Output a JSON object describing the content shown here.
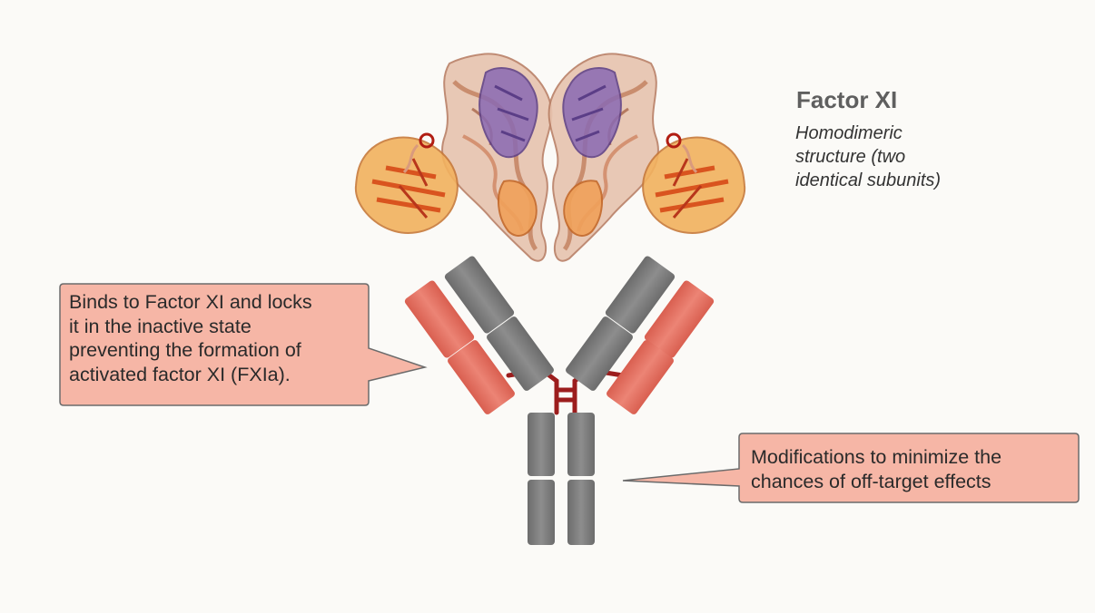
{
  "protein": {
    "title": "Factor XI",
    "subtitle_lines": [
      "Homodimeric",
      "structure (two",
      "identical subunits)"
    ]
  },
  "callouts": {
    "left_lines": [
      "Binds to Factor XI and locks",
      "it in the inactive state",
      "preventing the formation of",
      "activated factor XI (FXIa)."
    ],
    "right_lines": [
      "Modifications to minimize the",
      "chances of off-target effects"
    ]
  },
  "colors": {
    "callout_fill": "#f6b6a6",
    "callout_border": "#6b6b6b",
    "gray_domain": "#7b7b7b",
    "red_domain": "#e27465",
    "hinge": "#9c1d1d",
    "protein_purple": "#6e4b9a",
    "protein_orange": "#ec8a2c",
    "protein_red": "#c7321a",
    "protein_tan": "#d9a88f"
  }
}
